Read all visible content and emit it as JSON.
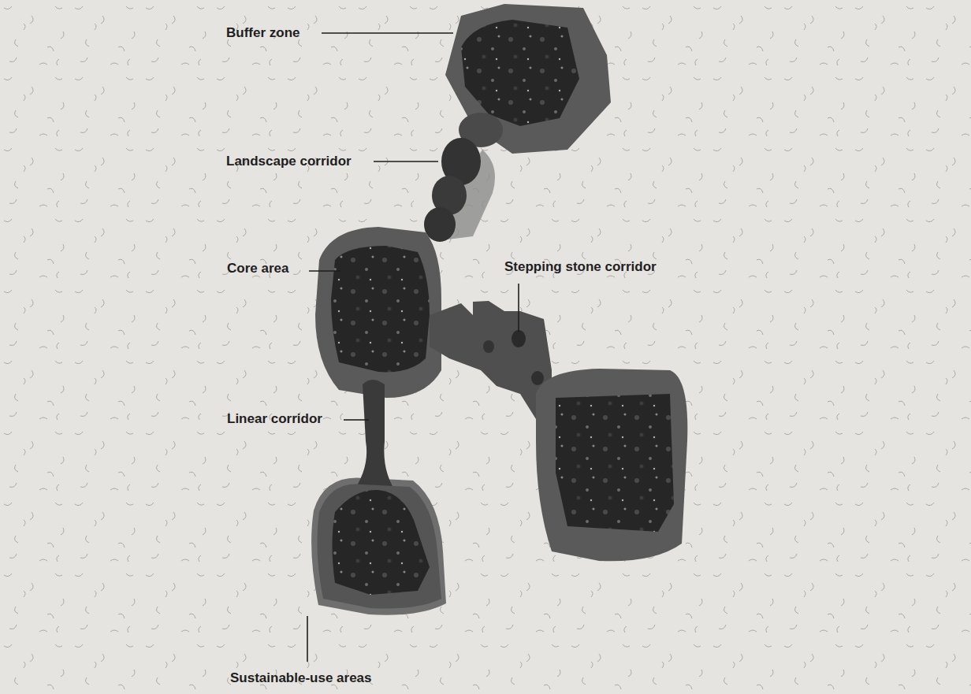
{
  "diagram": {
    "labels": [
      "Buffer zone",
      "Landscape corridor",
      "Core area",
      "Stepping stone corridor",
      "Linear corridor",
      "Sustainable-use areas"
    ]
  }
}
